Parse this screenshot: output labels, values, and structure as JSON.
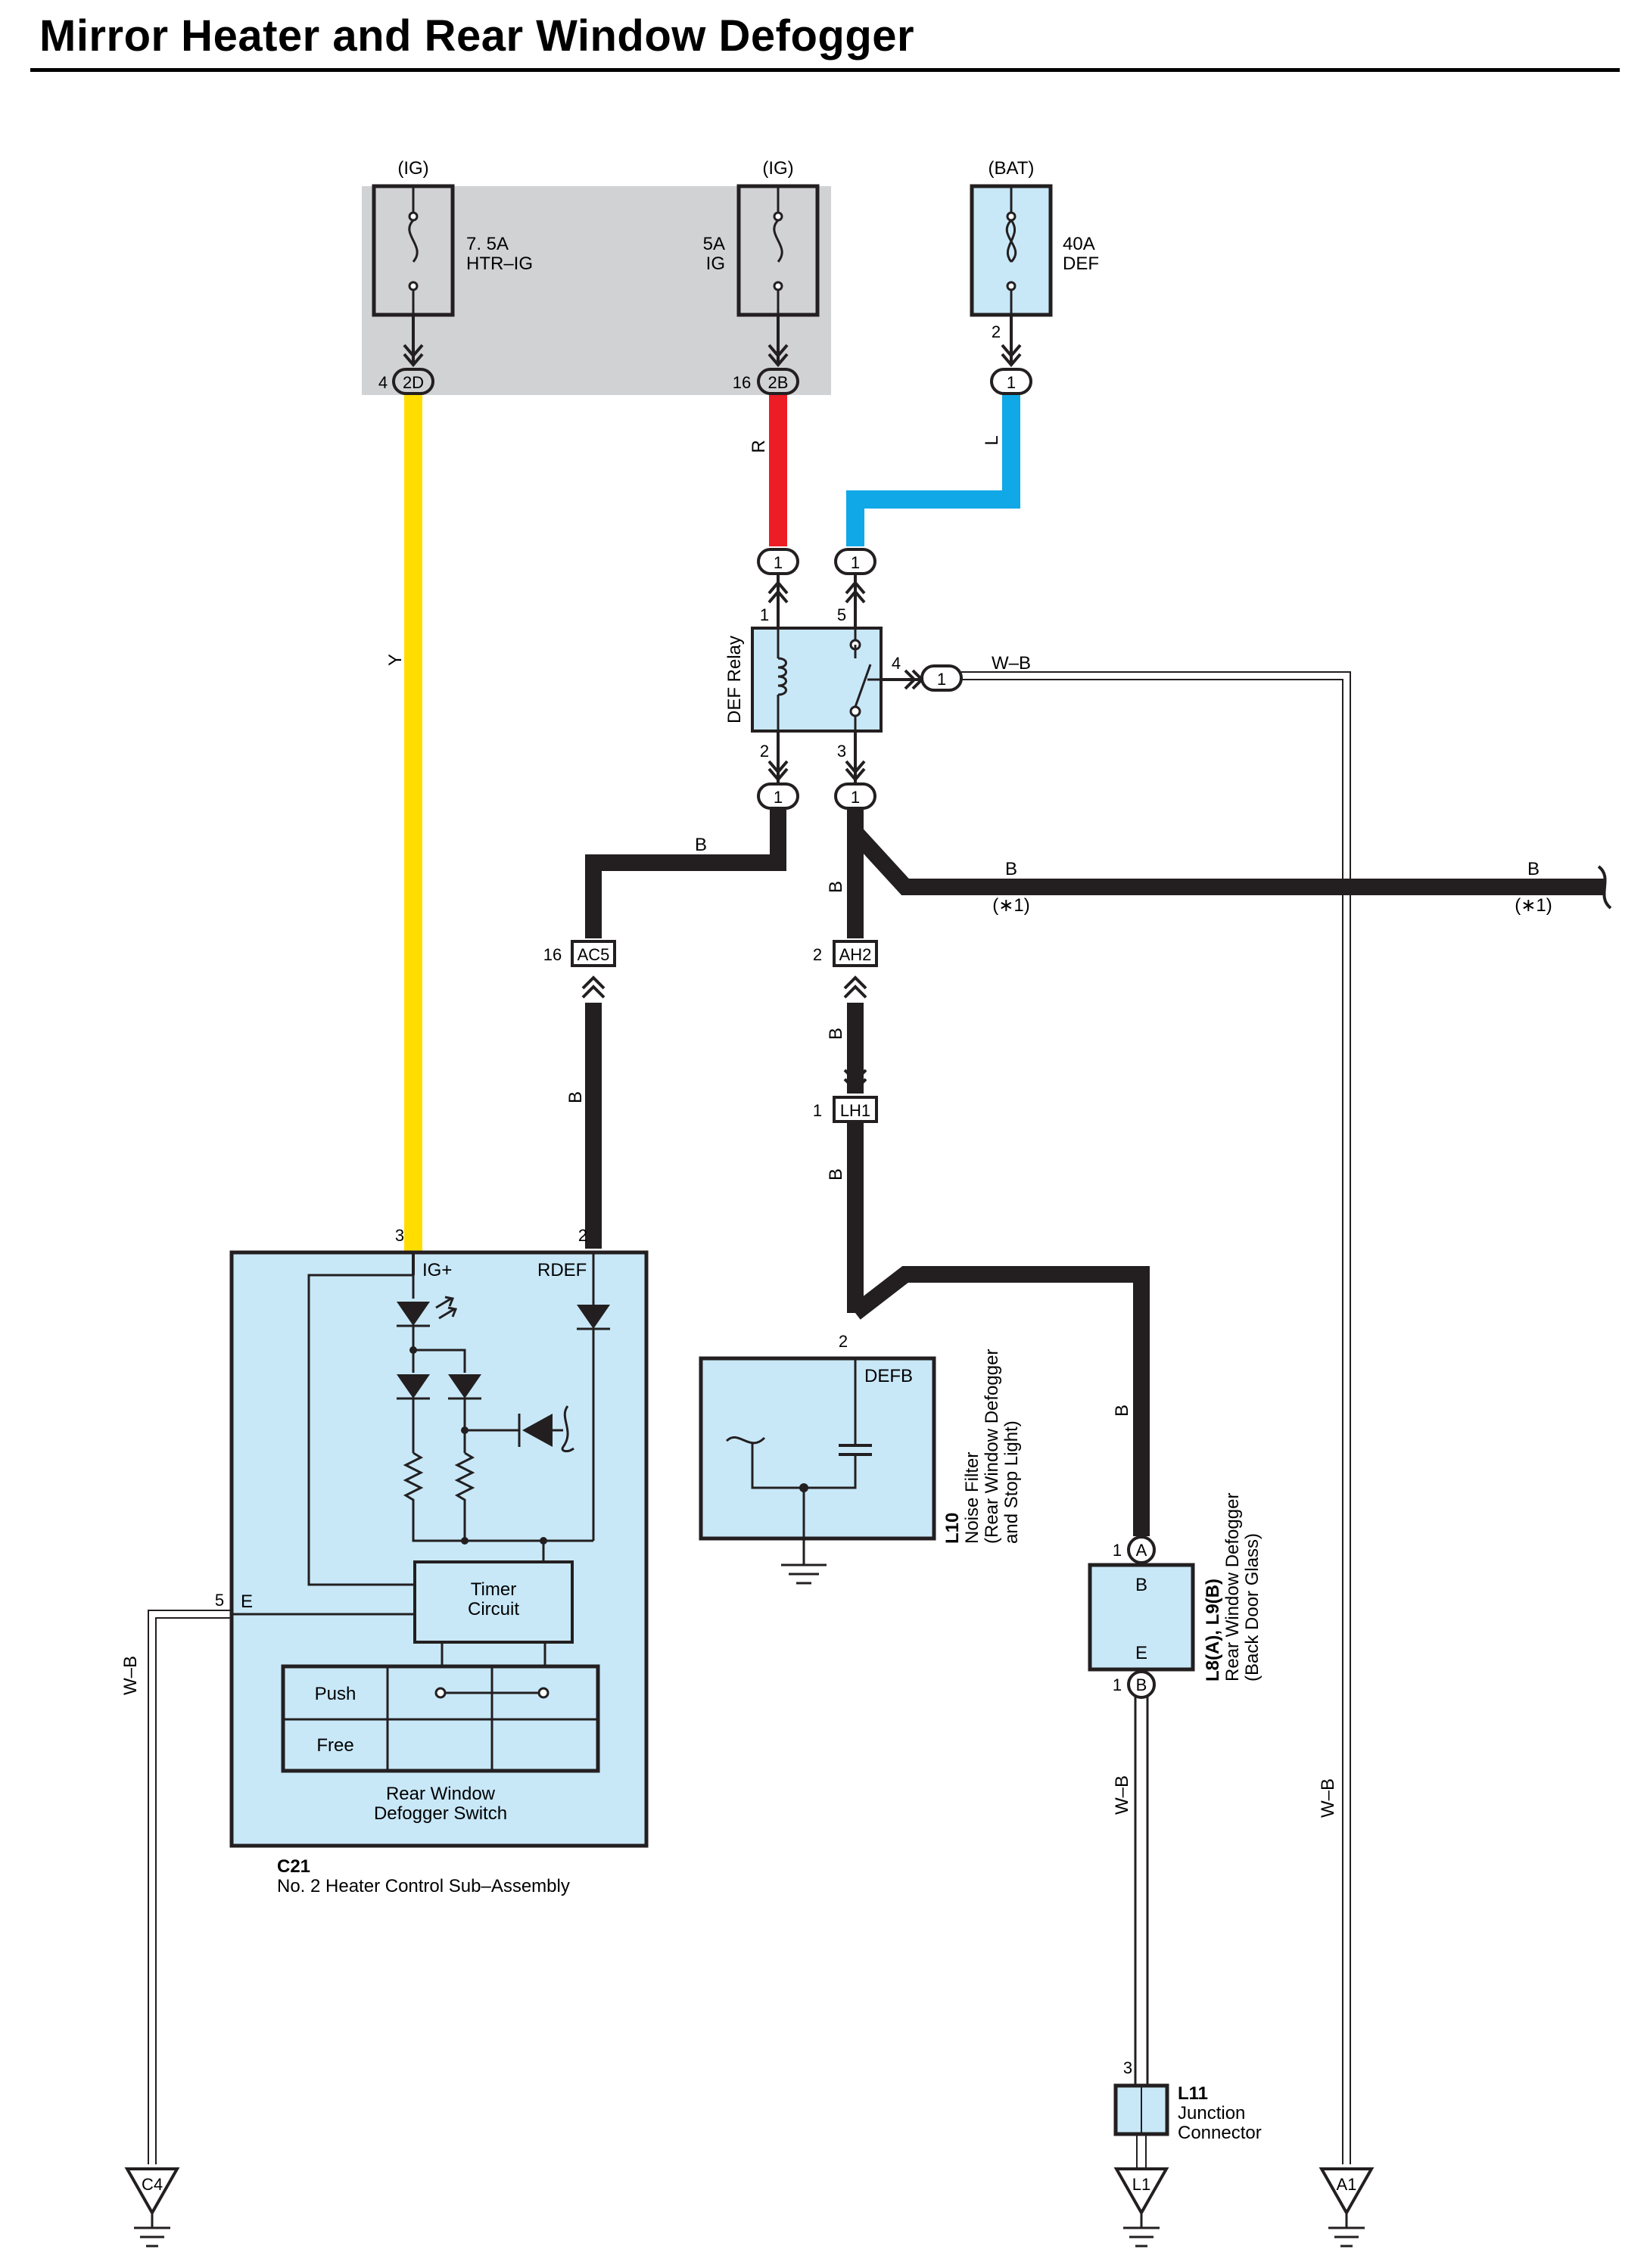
{
  "title": "Mirror Heater and Rear Window Defogger",
  "colors": {
    "wire_yellow": "#FFDD00",
    "wire_red": "#EE1C25",
    "wire_blue": "#10A8E6",
    "wire_black": "#231F20",
    "component_fill": "#C8E8F8",
    "junction_block_fill": "#D1D2D4"
  },
  "power": {
    "ig1": "(IG)",
    "ig2": "(IG)",
    "bat": "(BAT)"
  },
  "fuses": {
    "htr_ig_rating": "7. 5A",
    "htr_ig_name": "HTR–IG",
    "ig_rating": "5A",
    "ig_name": "IG",
    "def_rating": "40A",
    "def_name": "DEF"
  },
  "connectors": {
    "jb_2d_pin": "4",
    "jb_2d": "2D",
    "jb_2b_pin": "16",
    "jb_2b": "2B",
    "bat_pin": "2",
    "one": "1",
    "relay_pin1": "1",
    "relay_pin5": "5",
    "relay_pin2": "2",
    "relay_pin3": "3",
    "relay_pin4": "4",
    "ac5_pin": "16",
    "ac5": "AC5",
    "ah2_pin": "2",
    "ah2": "AH2",
    "lh1_pin": "1",
    "lh1": "LH1",
    "c21_pin3": "3",
    "c21_pin2": "2",
    "c21_pin5": "5",
    "filter_pin": "2",
    "def_pin_a": "1",
    "def_a": "A",
    "def_pin_b": "1",
    "def_b": "B",
    "l11_pin": "3"
  },
  "wires": {
    "y": "Y",
    "r": "R",
    "l": "L",
    "wb": "W–B",
    "b": "B",
    "star1": "(∗1)"
  },
  "relay": {
    "name": "DEF Relay"
  },
  "c21": {
    "id": "C21",
    "name": "No.  2 Heater Control Sub–Assembly",
    "ig": "IG+",
    "rdef": "RDEF",
    "e": "E",
    "timer": [
      "Timer",
      "Circuit"
    ],
    "push": "Push",
    "free": "Free",
    "switch": [
      "Rear Window",
      "Defogger Switch"
    ]
  },
  "filter": {
    "id": "L10",
    "line1": "Noise Filter",
    "line2": "(Rear Window Defogger",
    "line3": "and Stop Light)",
    "terminal": "DEFB"
  },
  "defogger": {
    "id": "L8(A), L9(B)",
    "line1": "Rear Window Defogger",
    "line2": "(Back Door Glass)",
    "b": "B",
    "e": "E"
  },
  "junction": {
    "id": "L11",
    "line1": "Junction",
    "line2": "Connector"
  },
  "grounds": {
    "c4": "C4",
    "l1": "L1",
    "a1": "A1"
  }
}
